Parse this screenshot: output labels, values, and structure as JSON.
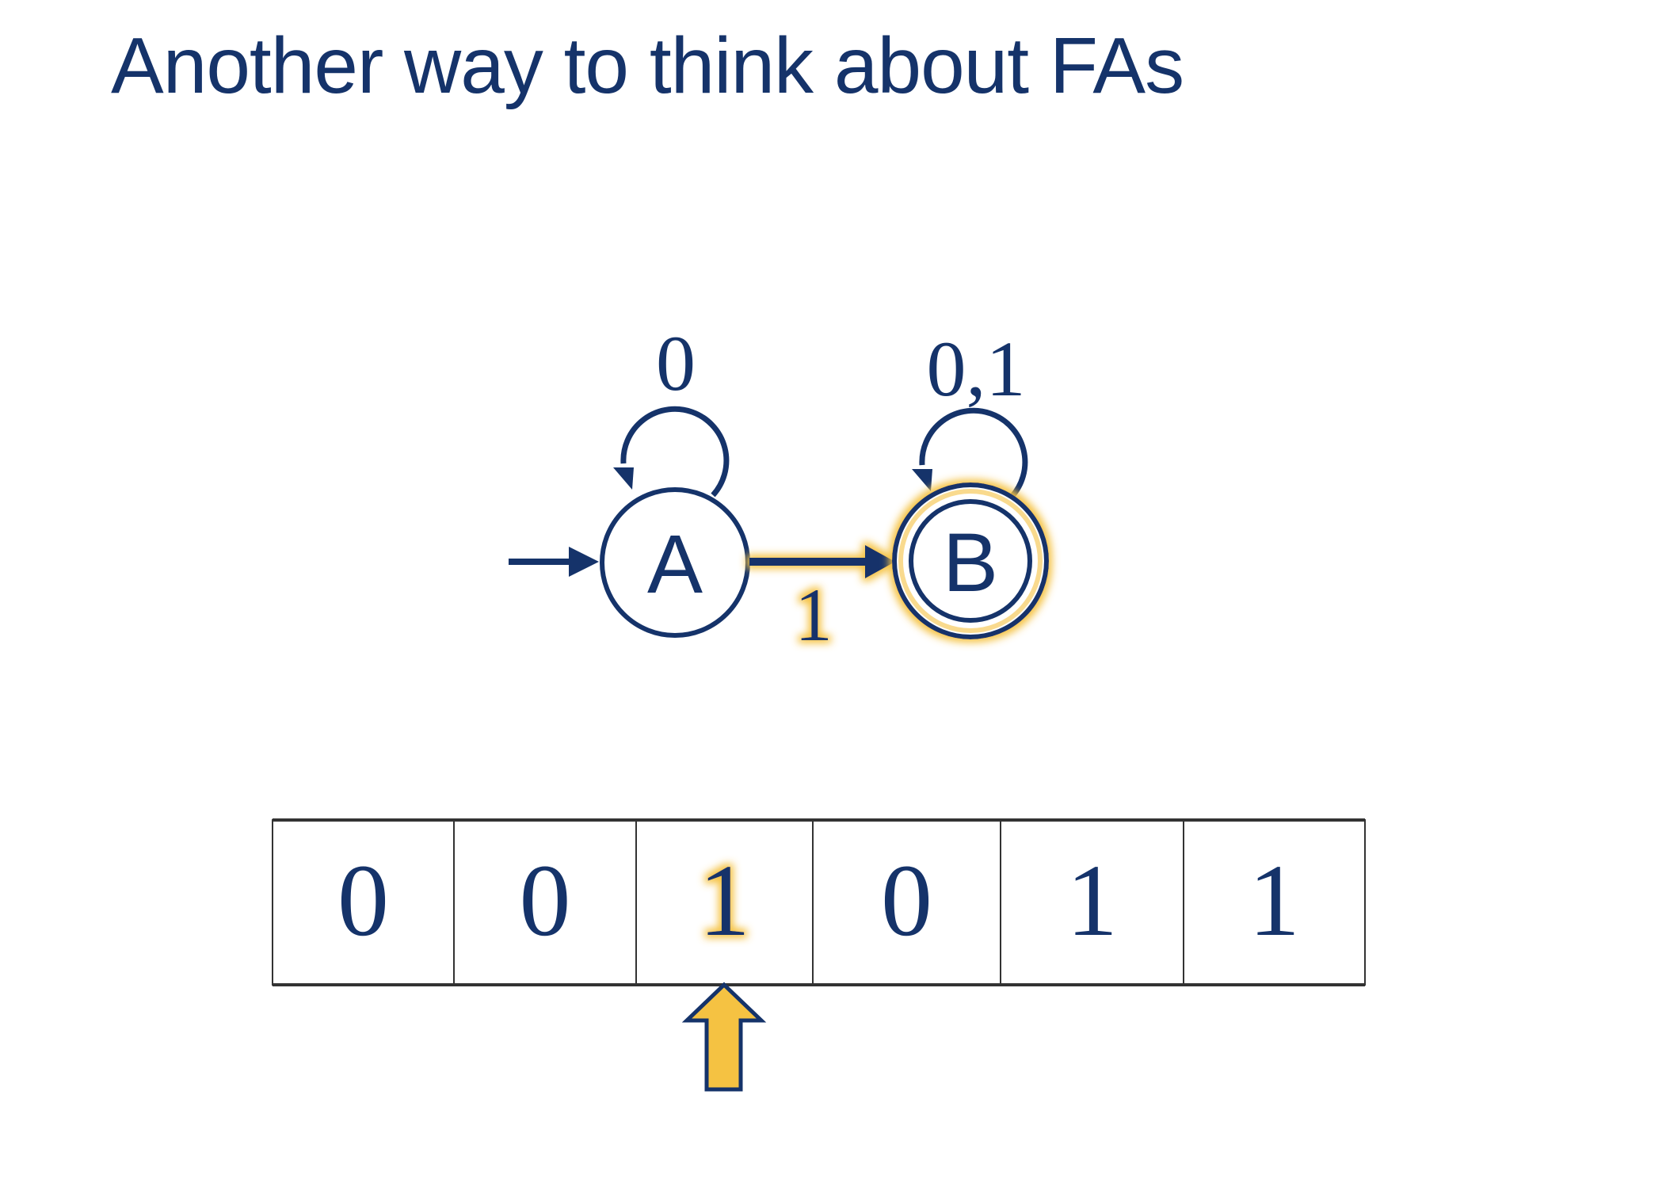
{
  "title": "Another way to think about FAs",
  "colors": {
    "navy": "#15336a",
    "highlight": "#f5c242",
    "tape_border": "#333333"
  },
  "automaton": {
    "states": [
      {
        "id": "A",
        "label": "A",
        "start": true,
        "accepting": false
      },
      {
        "id": "B",
        "label": "B",
        "start": false,
        "accepting": true,
        "highlighted": true
      }
    ],
    "transitions": [
      {
        "from": "A",
        "to": "A",
        "label": "0"
      },
      {
        "from": "A",
        "to": "B",
        "label": "1",
        "highlighted": true
      },
      {
        "from": "B",
        "to": "B",
        "label": "0,1"
      }
    ]
  },
  "tape": {
    "cells": [
      "0",
      "0",
      "1",
      "0",
      "1",
      "1"
    ],
    "head_index": 2
  }
}
